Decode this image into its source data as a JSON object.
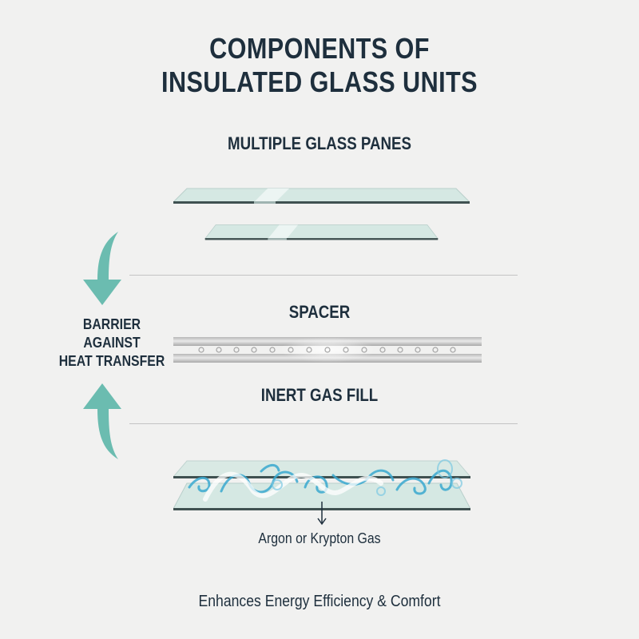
{
  "title": {
    "line1": "COMPONENTS OF",
    "line2": "INSULATED GLASS UNITS"
  },
  "sections": {
    "panes": {
      "heading": "MULTIPLE GLASS PANES",
      "pane_count": 2
    },
    "spacer": {
      "heading": "SPACER",
      "desiccant_holes": 15
    },
    "gas": {
      "heading": "INERT GAS FILL",
      "caption": "Argon or Krypton Gas"
    }
  },
  "side_label": {
    "line1": "BARRIER",
    "line2": "AGAINST",
    "line3": "HEAT TRANSFER",
    "arrows": [
      "arrow-down-icon",
      "arrow-up-icon"
    ]
  },
  "footer": "Enhances Energy Efficiency & Comfort",
  "colors": {
    "background": "#f1f1f0",
    "text": "#1e2f3d",
    "accent_teal": "#6bbcb0",
    "glass": "#d5e8e3",
    "glass_edge": "#3f5151",
    "gas": "#3aa9d0",
    "divider": "#c4c4c4"
  }
}
